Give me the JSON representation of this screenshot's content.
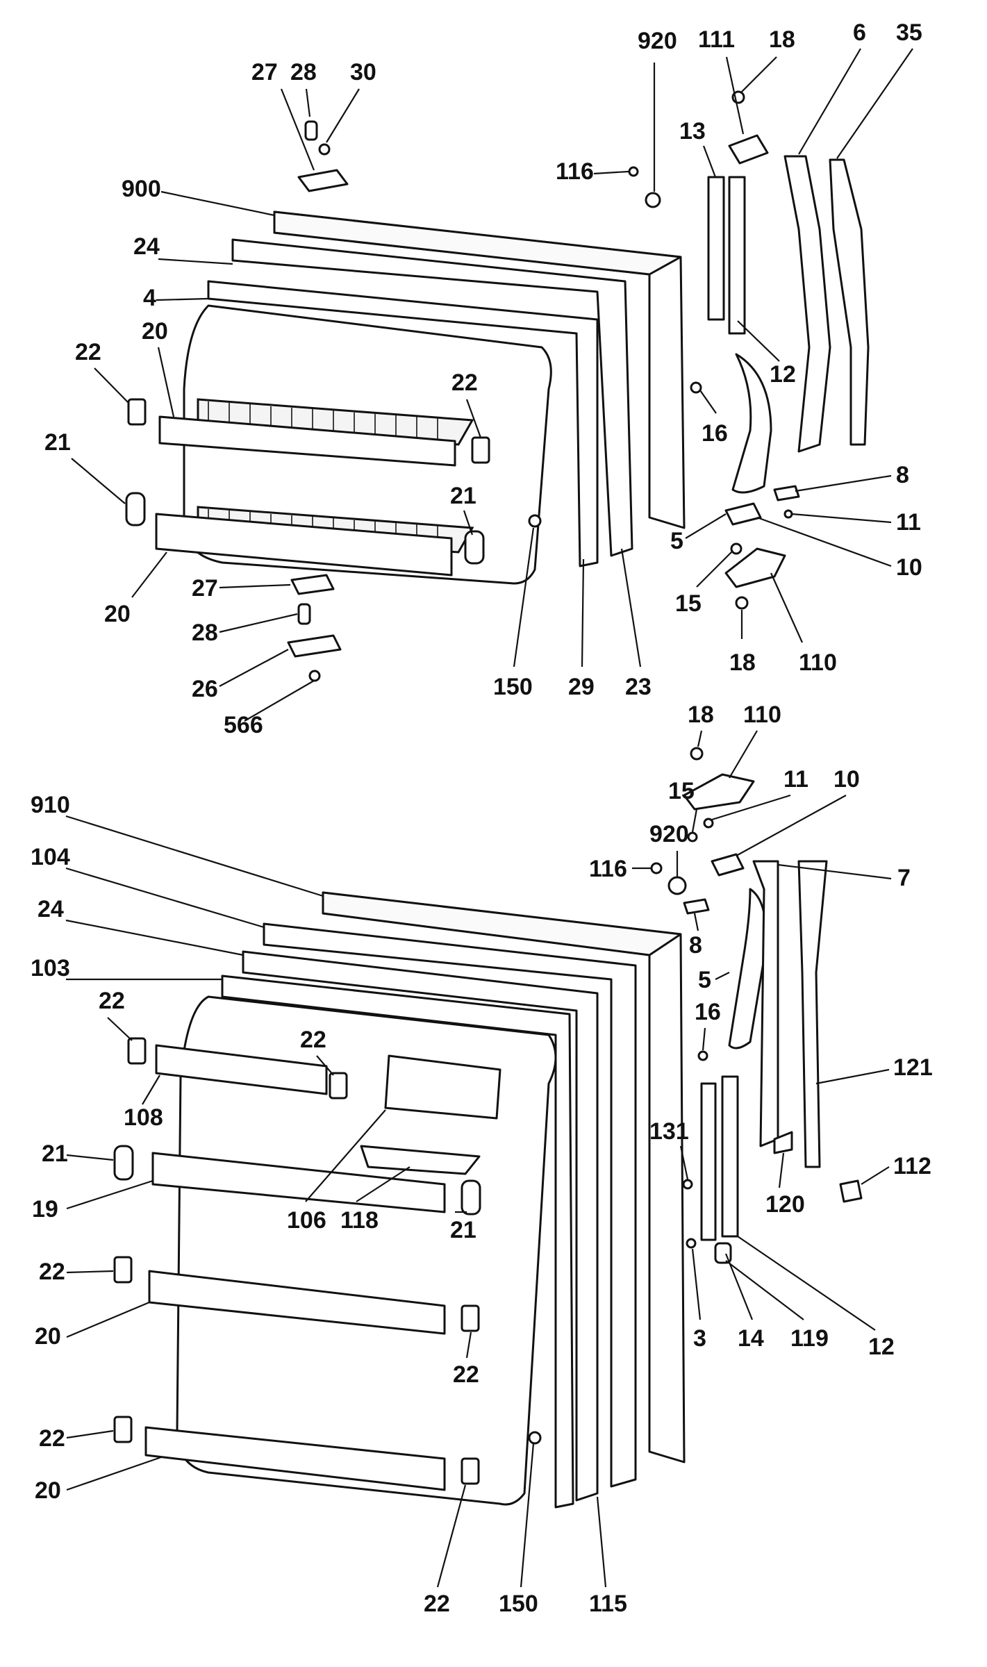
{
  "upper_door_callouts": [
    "27",
    "28",
    "30",
    "920",
    "111",
    "18",
    "6",
    "35",
    "900",
    "116",
    "13",
    "24",
    "4",
    "22",
    "20",
    "12",
    "16",
    "22",
    "21",
    "8",
    "11",
    "5",
    "10",
    "21",
    "15",
    "20",
    "110",
    "18",
    "27",
    "28",
    "26",
    "566",
    "150",
    "29",
    "23"
  ],
  "lower_door_callouts": [
    "18",
    "110",
    "11",
    "10",
    "15",
    "920",
    "116",
    "7",
    "910",
    "104",
    "24",
    "8",
    "103",
    "5",
    "22",
    "16",
    "22",
    "121",
    "108",
    "21",
    "131",
    "112",
    "120",
    "19",
    "106",
    "118",
    "21",
    "22",
    "3",
    "14",
    "119",
    "12",
    "20",
    "22",
    "22",
    "20",
    "22",
    "150",
    "115"
  ]
}
